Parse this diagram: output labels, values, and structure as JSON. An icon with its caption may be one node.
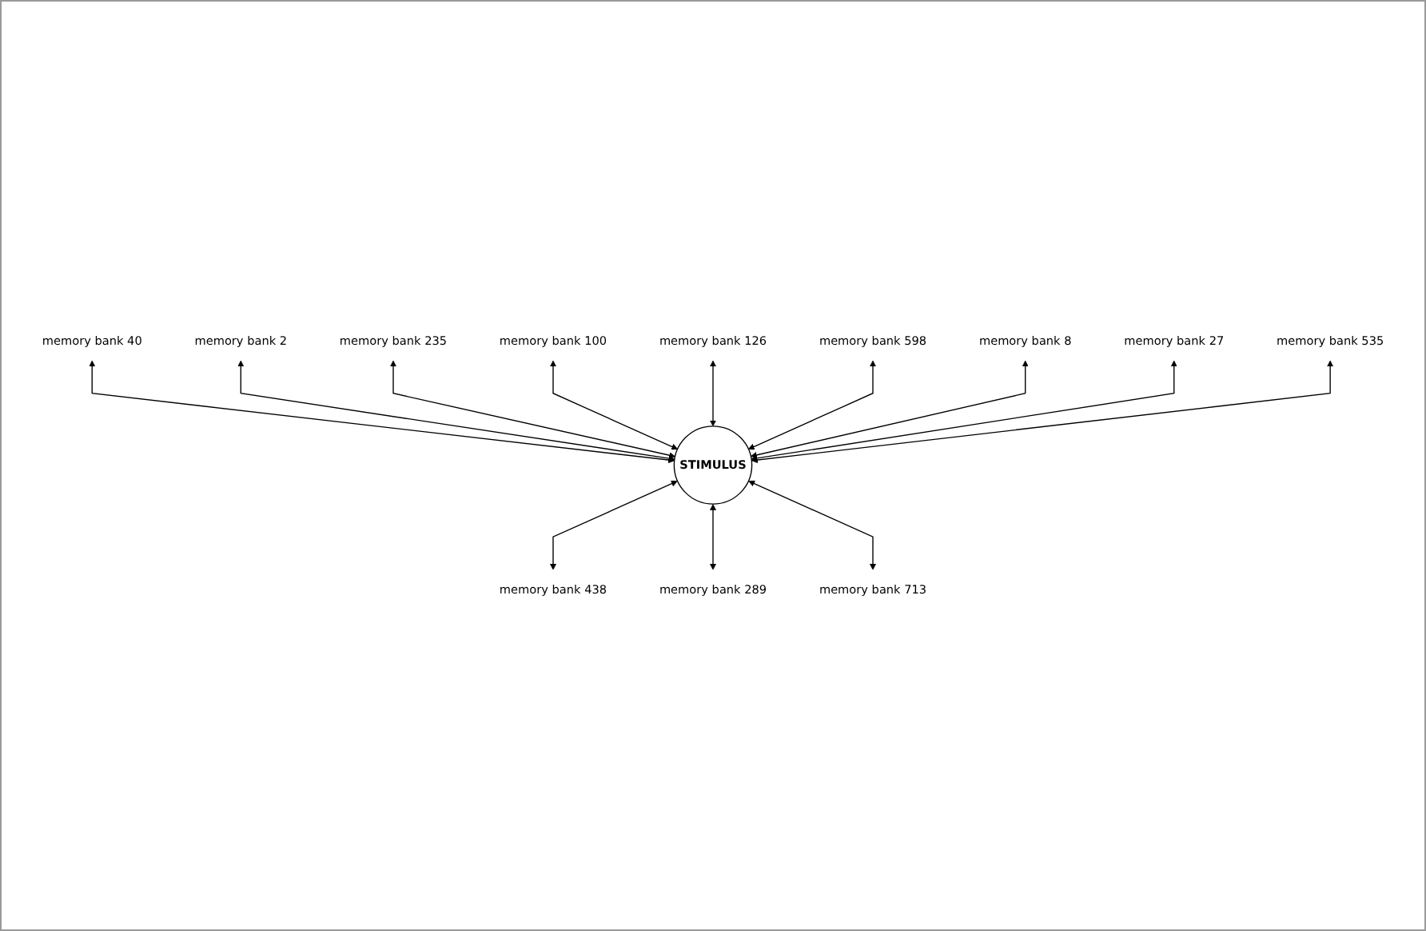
{
  "diagram": {
    "nodes": [
      {
        "text": [
          "memory bank 40"
        ]
      },
      {
        "text": [
          "memory bank 2"
        ]
      },
      {
        "text": [
          "memory bank 235"
        ]
      },
      {
        "text": [
          "memory bank 100"
        ]
      },
      {
        "text": [
          "memory bank 126"
        ]
      },
      {
        "text": [
          "memory bank 598"
        ]
      },
      {
        "text": [
          "memory bank 8"
        ]
      },
      {
        "text": [
          "memory bank 27"
        ]
      },
      {
        "text": [
          "memory bank 535"
        ]
      },
      {
        "text": [
          "STIMULUS"
        ]
      },
      {
        "text": [
          "memory bank 438"
        ]
      },
      {
        "text": [
          "memory bank 289"
        ]
      },
      {
        "text": [
          "memory bank 713"
        ]
      }
    ],
    "edges": [
      {
        "from": 0,
        "to": 9,
        "arrow": "both"
      },
      {
        "from": 1,
        "to": 9,
        "arrow": "both"
      },
      {
        "from": 2,
        "to": 9,
        "arrow": "both"
      },
      {
        "from": 3,
        "to": 9,
        "arrow": "both"
      },
      {
        "from": 4,
        "to": 9,
        "arrow": "both"
      },
      {
        "from": 5,
        "to": 9,
        "arrow": "both"
      },
      {
        "from": 6,
        "to": 9,
        "arrow": "both"
      },
      {
        "from": 7,
        "to": 9,
        "arrow": "both"
      },
      {
        "from": 8,
        "to": 9,
        "arrow": "both"
      },
      {
        "from": 9,
        "to": 10,
        "arrow": "both"
      },
      {
        "from": 9,
        "to": 11,
        "arrow": "both"
      },
      {
        "from": 9,
        "to": 12,
        "arrow": "both"
      }
    ]
  }
}
